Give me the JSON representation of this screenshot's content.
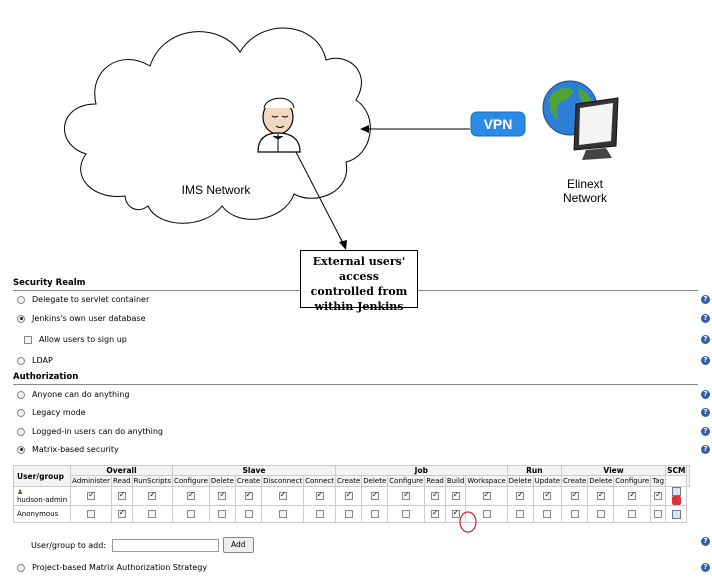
{
  "diagram": {
    "ims_label": "IMS Network",
    "elinext_label_line1": "Elinext",
    "elinext_label_line2": "Network",
    "vpn_label": "VPN",
    "callout_line1": "External users' access",
    "callout_line2": "controlled from",
    "callout_line3": "within Jenkins"
  },
  "security_realm": {
    "title": "Security Realm",
    "options": [
      {
        "label": "Delegate to servlet container",
        "selected": false
      },
      {
        "label": "Jenkins's own user database",
        "selected": true
      },
      {
        "label": "LDAP",
        "selected": false
      }
    ],
    "allow_signup_label": "Allow users to sign up"
  },
  "authorization": {
    "title": "Authorization",
    "options": [
      {
        "label": "Anyone can do anything",
        "selected": false
      },
      {
        "label": "Legacy mode",
        "selected": false
      },
      {
        "label": "Logged-in users can do anything",
        "selected": false
      },
      {
        "label": "Matrix-based security",
        "selected": true
      }
    ],
    "project_matrix_label": "Project-based Matrix Authorization Strategy"
  },
  "matrix": {
    "user_group_header": "User/group",
    "groups": [
      {
        "name": "Overall",
        "span": 3
      },
      {
        "name": "Slave",
        "span": 5
      },
      {
        "name": "Job",
        "span": 6
      },
      {
        "name": "Run",
        "span": 2
      },
      {
        "name": "View",
        "span": 4
      },
      {
        "name": "SCM",
        "span": 1
      }
    ],
    "permissions": [
      "Administer",
      "Read",
      "RunScripts",
      "Configure",
      "Delete",
      "Create",
      "Disconnect",
      "Connect",
      "Create",
      "Delete",
      "Configure",
      "Read",
      "Build",
      "Workspace",
      "Delete",
      "Update",
      "Create",
      "Delete",
      "Configure",
      "Tag"
    ],
    "rows": [
      {
        "name": "hudson-admin",
        "checks": [
          1,
          1,
          1,
          1,
          1,
          1,
          1,
          1,
          1,
          1,
          1,
          1,
          1,
          1,
          1,
          1,
          1,
          1,
          1,
          1
        ]
      },
      {
        "name": "Anonymous",
        "checks": [
          0,
          1,
          0,
          0,
          0,
          0,
          0,
          0,
          0,
          0,
          0,
          1,
          1,
          0,
          0,
          0,
          0,
          0,
          0,
          0
        ]
      }
    ],
    "add_label": "User/group to add:",
    "add_button": "Add"
  },
  "help_icon_glyph": "?"
}
